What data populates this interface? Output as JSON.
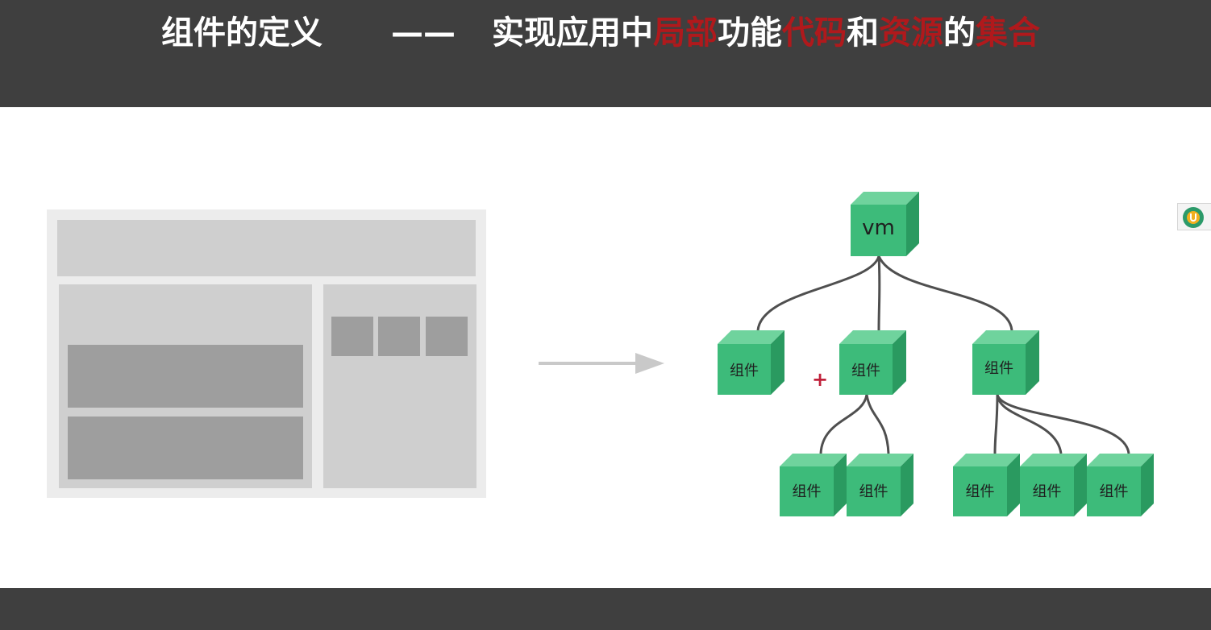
{
  "header": {
    "title_left": "组件的定义",
    "title_dash": "——",
    "title_right_parts": [
      {
        "text": "实现应用中",
        "highlight": false
      },
      {
        "text": "局部",
        "highlight": true
      },
      {
        "text": "功能",
        "highlight": false
      },
      {
        "text": "代码",
        "highlight": true
      },
      {
        "text": "和",
        "highlight": false
      },
      {
        "text": "资源",
        "highlight": true
      },
      {
        "text": "的",
        "highlight": false
      },
      {
        "text": "集合",
        "highlight": true
      }
    ]
  },
  "colors": {
    "bar": "#3f3f3f",
    "highlight": "#b0191c",
    "cube_front": "#3dbb7a",
    "cube_top": "#6fd39d",
    "cube_side": "#2a9a60",
    "plus": "#c0213a"
  },
  "diagram": {
    "root": {
      "label": "vm"
    },
    "level1": [
      {
        "label": "组件"
      },
      {
        "label": "组件"
      },
      {
        "label": "组件"
      }
    ],
    "level2": [
      {
        "label": "组件"
      },
      {
        "label": "组件"
      },
      {
        "label": "组件"
      },
      {
        "label": "组件"
      },
      {
        "label": "组件"
      }
    ],
    "plus_symbol": "+"
  },
  "icons": {
    "arrow": "right-arrow-icon",
    "badge": "app-logo-icon"
  }
}
